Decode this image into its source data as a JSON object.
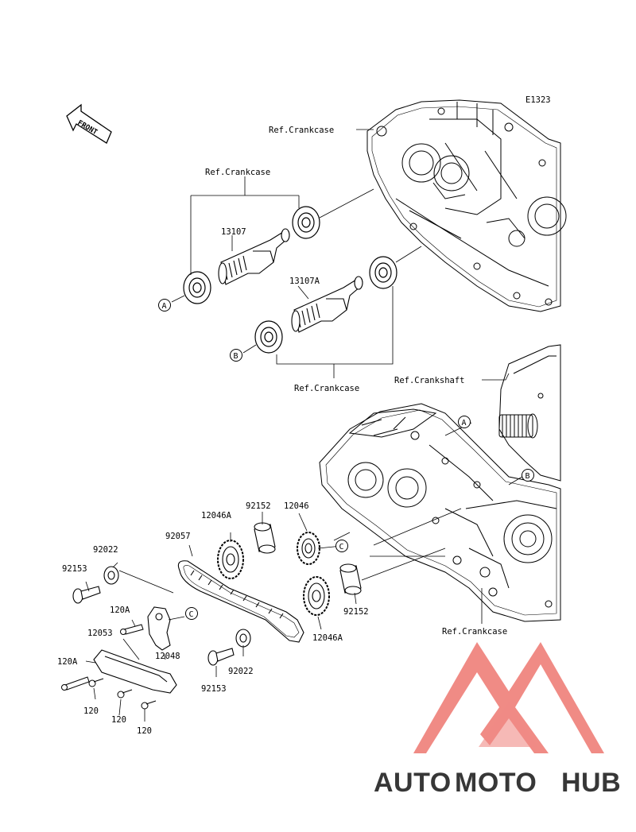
{
  "diagram_code": "E1323",
  "front_label": "FRONT",
  "refs": {
    "crankcase_top": "Ref.Crankcase",
    "crankcase_left": "Ref.Crankcase",
    "crankcase_mid": "Ref.Crankcase",
    "crankshaft": "Ref.Crankshaft",
    "crankcase_bottom": "Ref.Crankcase"
  },
  "markers": {
    "a": "A",
    "b": "B",
    "c": "C"
  },
  "parts": {
    "p13107": "13107",
    "p13107a": "13107A",
    "p92152_top": "92152",
    "p12046": "12046",
    "p12046a_top": "12046A",
    "p92057": "92057",
    "p92022_left": "92022",
    "p92153_left": "92153",
    "p120a_mid": "120A",
    "p12053": "12053",
    "p12048": "12048",
    "p120a_left": "120A",
    "p120_1": "120",
    "p120_2": "120",
    "p120_3": "120",
    "p92152_right": "92152",
    "p12046a_bottom": "12046A",
    "p92022_bottom": "92022",
    "p92153_bottom": "92153"
  },
  "watermark": {
    "auto": "AUTO",
    "moto": "MOTO",
    "hub": "HUB"
  },
  "colors": {
    "watermark_red": "#e8453c",
    "watermark_orange": "#f5a623",
    "watermark_gray": "#8a8a8a"
  }
}
